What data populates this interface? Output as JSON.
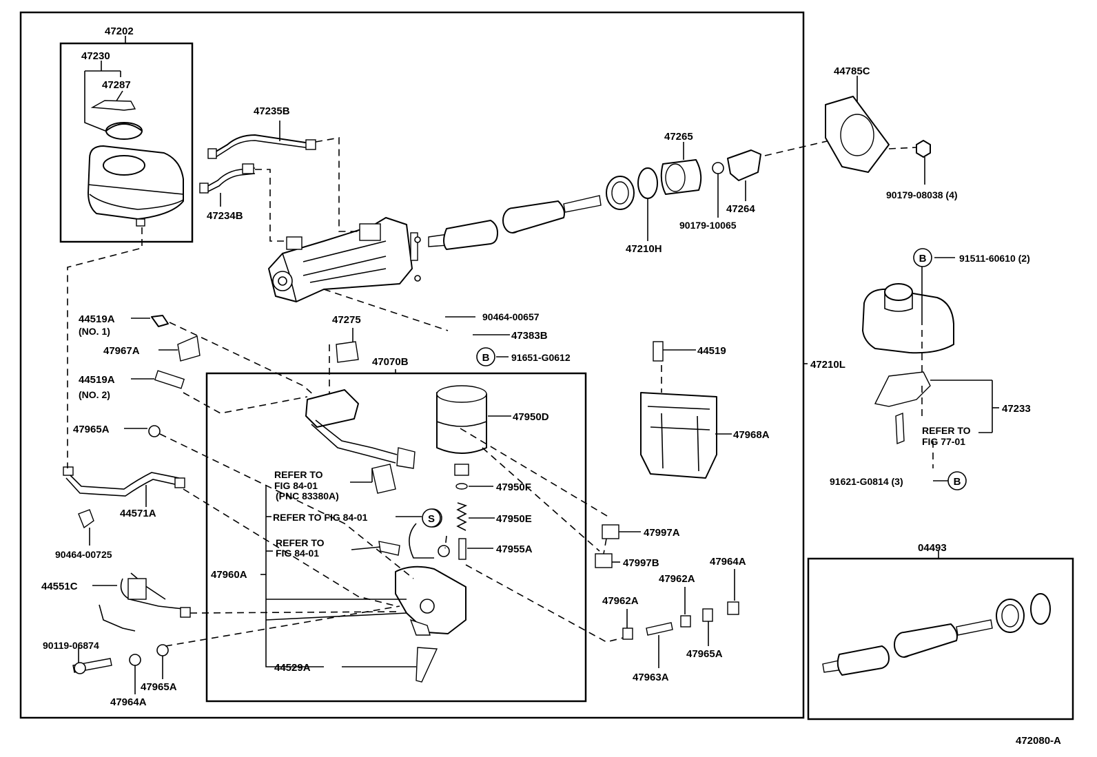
{
  "diagram_id": "472080-A",
  "labels": {
    "l47202": "47202",
    "l47230": "47230",
    "l47287": "47287",
    "l47235B": "47235B",
    "l47234B": "47234B",
    "l47265": "47265",
    "l44785C": "44785C",
    "l90179_08038": "90179-08038 (4)",
    "l47264": "47264",
    "l90179_10065": "90179-10065",
    "l47210H": "47210H",
    "l91511": "91511-60610 (2)",
    "l90464_00657": "90464-00657",
    "l47383B": "47383B",
    "l91651": "91651-G0612",
    "l47275": "47275",
    "l47070B": "47070B",
    "l44519A_1": "44519A",
    "l44519A_1n": "(NO. 1)",
    "l47967A": "47967A",
    "l44519A_2": "44519A",
    "l44519A_2n": "(NO. 2)",
    "l47965A_a": "47965A",
    "l44571A": "44571A",
    "l90464_00725": "90464-00725",
    "l44551C": "44551C",
    "l90119": "90119-06874",
    "l47964A_a": "47964A",
    "l47965A_b": "47965A",
    "l47960A": "47960A",
    "l44529A": "44529A",
    "l47950D": "47950D",
    "l47950F": "47950F",
    "l47950E": "47950E",
    "l47955A": "47955A",
    "l44519": "44519",
    "l47968A": "47968A",
    "l47997A": "47997A",
    "l47997B": "47997B",
    "l47964A_b": "47964A",
    "l47962A_a": "47962A",
    "l47962A_b": "47962A",
    "l47965A_c": "47965A",
    "l47963A": "47963A",
    "l47210L": "47210L",
    "l47233": "47233",
    "l91621": "91621-G0814 (3)",
    "l04493": "04493",
    "ref1_l1": "REFER TO",
    "ref1_l2": "FIG 84-01",
    "ref1_l3": "(PNC 83380A)",
    "ref2": "REFER TO FIG 84-01",
    "ref3_l1": "REFER TO",
    "ref3_l2": "FIG 84-01",
    "ref4_l1": "REFER TO",
    "ref4_l2": "FIG 77-01",
    "marker_b": "B",
    "marker_s": "S"
  }
}
